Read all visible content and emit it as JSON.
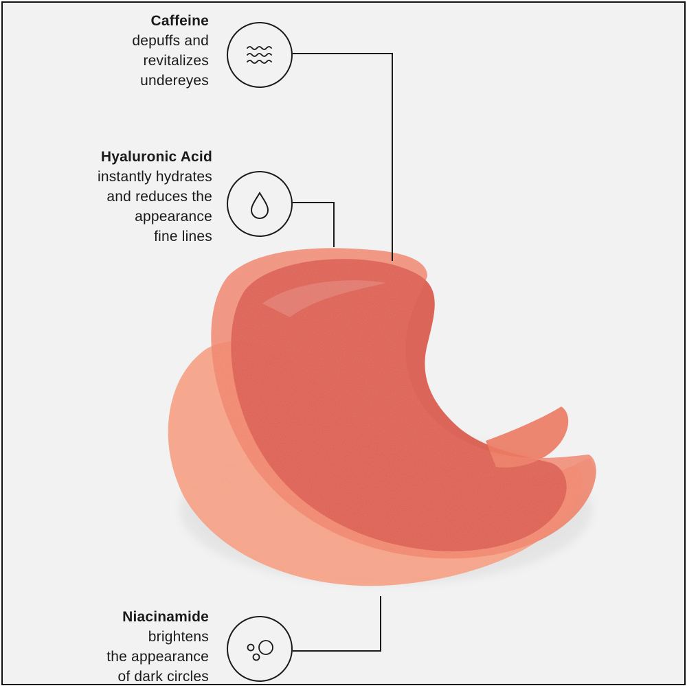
{
  "colors": {
    "background": "#f2f2f2",
    "text": "#1a1a1a",
    "patch_light": "#f08a6c",
    "patch_mid": "#e86a55",
    "patch_dark": "#cf4e43"
  },
  "ingredients": [
    {
      "title": "Caffeine",
      "description": "depuffs and\nrevitalizes\nundereyes",
      "icon": "waves-icon"
    },
    {
      "title": "Hyaluronic Acid",
      "description": "instantly hydrates\nand reduces the\nappearance\nfine lines",
      "icon": "droplet-icon"
    },
    {
      "title": "Niacinamide",
      "description": "brightens\nthe appearance\nof dark circles",
      "icon": "bubbles-icon"
    }
  ]
}
